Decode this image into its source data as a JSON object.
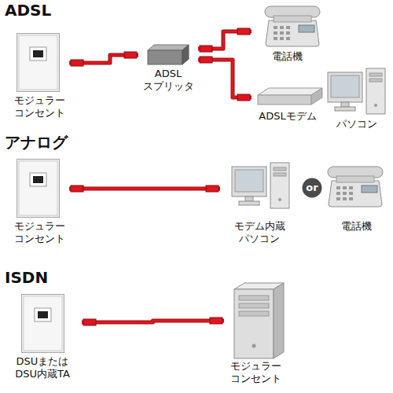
{
  "diagram": {
    "nodes": [
      {
        "text": [
          "モジュラー コンセント"
        ]
      },
      {
        "text": [
          "ADSL スプリッタ"
        ]
      },
      {
        "text": [
          "電話機"
        ]
      },
      {
        "text": [
          "ADSLモデム"
        ]
      },
      {
        "text": [
          "パソコン"
        ]
      },
      {
        "text": [
          "モジュラー コンセント"
        ]
      },
      {
        "text": [
          "モデム内蔵 パソコン"
        ]
      },
      {
        "text": [
          "or"
        ]
      },
      {
        "text": [
          "電話機"
        ]
      },
      {
        "text": [
          "DSUまたは DSU内蔵TA"
        ]
      },
      {
        "text": [
          "モジュラー コンセント"
        ]
      }
    ],
    "edges": [
      {
        "from": 0,
        "to": 1,
        "arrow": "none"
      },
      {
        "from": 1,
        "to": 2,
        "arrow": "none"
      },
      {
        "from": 1,
        "to": 3,
        "arrow": "none"
      },
      {
        "from": 5,
        "to": 6,
        "arrow": "none"
      },
      {
        "from": 9,
        "to": 10,
        "arrow": "none"
      }
    ],
    "labels": [
      "ADSL",
      "アナログ",
      "ISDN"
    ]
  }
}
